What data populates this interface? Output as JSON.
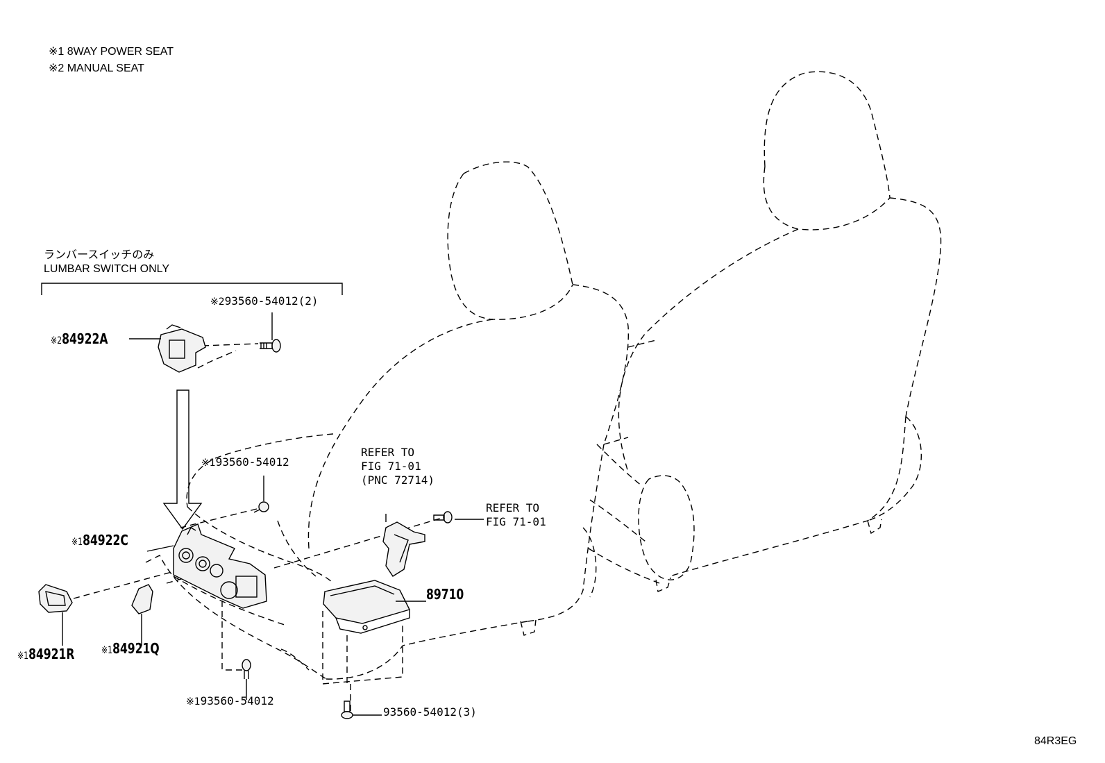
{
  "notes": {
    "note1_mark": "※1",
    "note1_text": "8WAY POWER SEAT",
    "note2_mark": "※2",
    "note2_text": "MANUAL SEAT"
  },
  "lumbar_group": {
    "label_jp": "ランバースイッチのみ",
    "label_en": "LUMBAR SWITCH ONLY"
  },
  "callouts": {
    "bolt_manual": {
      "mark": "※2",
      "number": "93560-54012(2)"
    },
    "switch_84922A": {
      "mark": "※2",
      "number": "84922A"
    },
    "bolt_power_upper": {
      "mark": "※1",
      "number": "93560-54012"
    },
    "switch_84922C": {
      "mark": "※1",
      "number": "84922C"
    },
    "knob_84921R": {
      "mark": "※1",
      "number": "84921R"
    },
    "knob_84921Q": {
      "mark": "※1",
      "number": "84921Q"
    },
    "bolt_power_lower": {
      "mark": "※1",
      "number": "93560-54012"
    },
    "ecu_89710": {
      "number": "89710"
    },
    "bolt_ecu": {
      "number": "93560-54012(3)"
    },
    "refer_bracket": {
      "line1": "REFER TO",
      "line2": "FIG 71-01",
      "line3": "(PNC 72714)"
    },
    "refer_bolt": {
      "line1": "REFER TO",
      "line2": "FIG 71-01"
    }
  },
  "figure_code": "84R3EG"
}
